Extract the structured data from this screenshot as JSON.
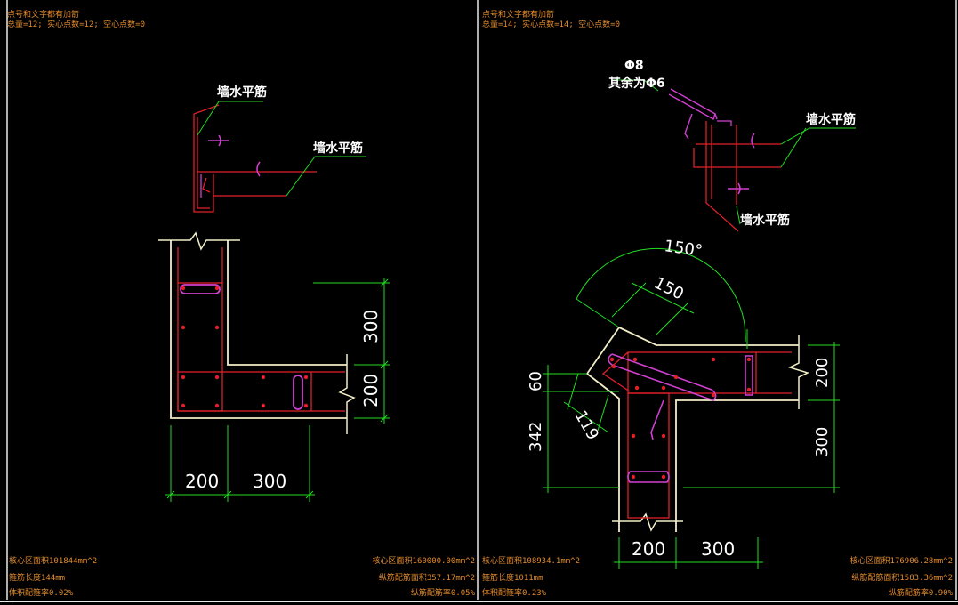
{
  "left": {
    "header_line1": "点号和文字都有加箭",
    "header_line2": "总量=12; 实心点数=12; 空心点数=0",
    "leader_label_1": "墙水平筋",
    "leader_label_2": "墙水平筋",
    "dim_horizontal_1": "200",
    "dim_horizontal_2": "300",
    "dim_vertical_1": "300",
    "dim_vertical_2": "200",
    "footer_left": [
      "核心区面积101844mm^2",
      "箍筋长度144mm",
      "体积配箍率0.02%"
    ],
    "footer_right": [
      "核心区面积160000.00mm^2",
      "纵筋配筋面积357.17mm^2",
      "纵筋配筋率0.05%"
    ]
  },
  "right": {
    "header_line1": "点号和文字都有加箭",
    "header_line2": "总量=14; 实心点数=14; 空心点数=0",
    "bar_label_1": "Φ8",
    "bar_label_2": "其余为Φ6",
    "leader_label_1": "墙水平筋",
    "leader_label_2": "墙水平筋",
    "angle_label": "150°",
    "dim_diag_1": "150",
    "dim_diag_2": "119",
    "dim_vertical_left_1": "60",
    "dim_vertical_left_2": "342",
    "dim_vertical_right_1": "200",
    "dim_vertical_right_2": "300",
    "dim_horizontal_1": "200",
    "dim_horizontal_2": "300",
    "footer_left": [
      "核心区面积108934.1mm^2",
      "箍筋长度1011mm",
      "体积配箍率0.23%"
    ],
    "footer_right": [
      "核心区面积176906.28mm^2",
      "纵筋配筋面积1583.36mm^2",
      "纵筋配筋率0.90%"
    ]
  },
  "colors": {
    "background": "#000000",
    "concrete": "#f2eec8",
    "rebar": "#e0202a",
    "tie": "#d040d0",
    "dimension": "#22dd22",
    "label": "#22dd22",
    "text": "#ffffff",
    "info": "#e08a2c",
    "border": "#e8e8e8"
  }
}
